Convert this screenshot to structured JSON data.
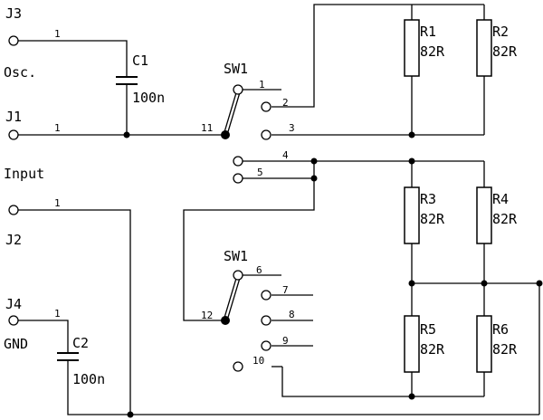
{
  "connectors": {
    "j3": {
      "ref": "J3",
      "pin": "1",
      "label": "Osc."
    },
    "j1": {
      "ref": "J1",
      "pin": "1",
      "label": "Input"
    },
    "j2": {
      "ref": "J2",
      "pin": "1"
    },
    "j4": {
      "ref": "J4",
      "pin": "1",
      "label": "GND"
    }
  },
  "capacitors": {
    "c1": {
      "ref": "C1",
      "value": "100n"
    },
    "c2": {
      "ref": "C2",
      "value": "100n"
    }
  },
  "switches": {
    "sw1a": {
      "ref": "SW1",
      "common_pin": "11",
      "pins": [
        "1",
        "2",
        "3",
        "4",
        "5"
      ]
    },
    "sw1b": {
      "ref": "SW1",
      "common_pin": "12",
      "pins": [
        "6",
        "7",
        "8",
        "9",
        "10"
      ]
    }
  },
  "resistors": {
    "r1": {
      "ref": "R1",
      "value": "82R"
    },
    "r2": {
      "ref": "R2",
      "value": "82R"
    },
    "r3": {
      "ref": "R3",
      "value": "82R"
    },
    "r4": {
      "ref": "R4",
      "value": "82R"
    },
    "r5": {
      "ref": "R5",
      "value": "82R"
    },
    "r6": {
      "ref": "R6",
      "value": "82R"
    }
  }
}
